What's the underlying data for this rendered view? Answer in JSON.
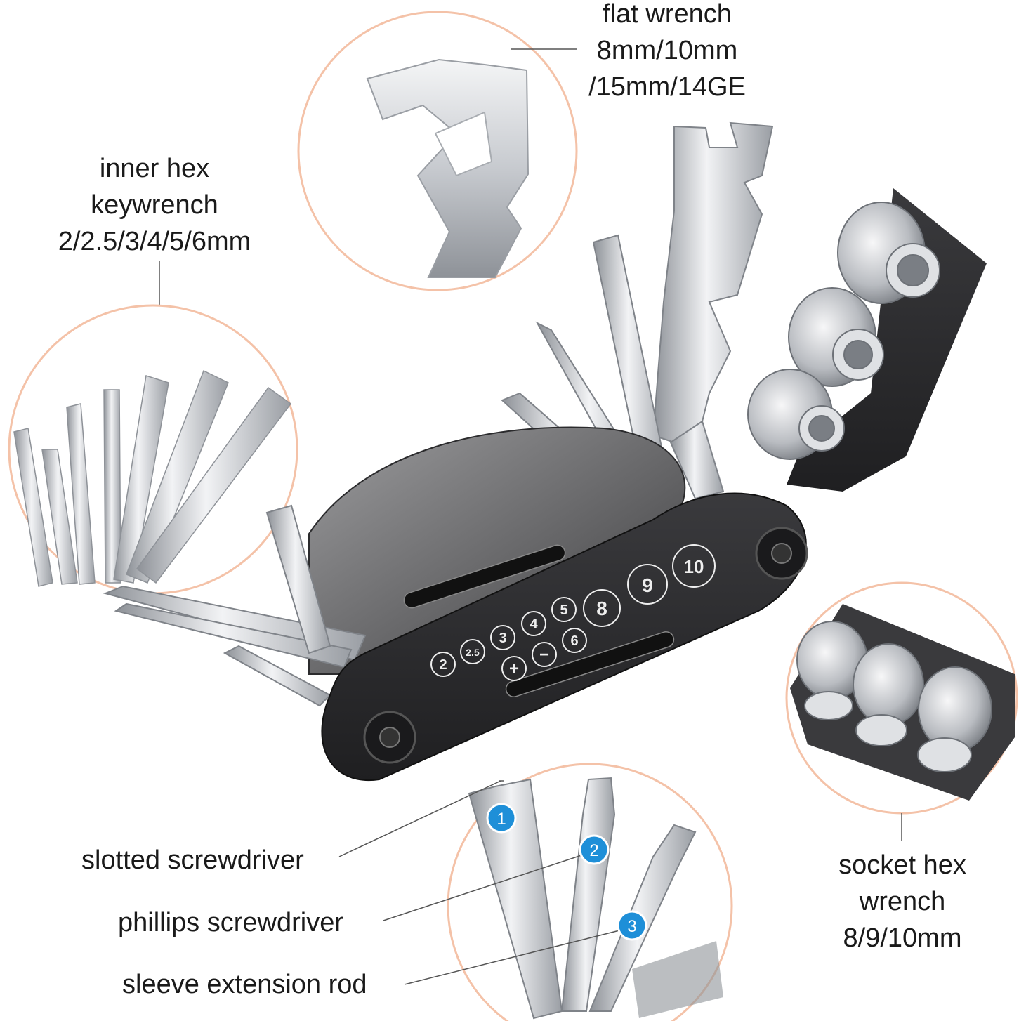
{
  "callouts": {
    "flat_wrench": [
      "flat wrench",
      "8mm/10mm",
      "/15mm/14GE"
    ],
    "inner_hex": [
      "inner hex",
      "keywrench",
      "2/2.5/3/4/5/6mm"
    ],
    "socket_hex": [
      "socket hex",
      "wrench",
      "8/9/10mm"
    ],
    "slotted": "slotted screwdriver",
    "phillips": "phillips screwdriver",
    "sleeve": "sleeve extension rod"
  },
  "markers": [
    "1",
    "2",
    "3"
  ],
  "tool_markings": {
    "hex_sizes": [
      "2",
      "2.5",
      "3",
      "4",
      "5",
      "6"
    ],
    "socket_sizes": [
      "8",
      "9",
      "10"
    ],
    "plus_symbol": "+",
    "minus_symbol": "−"
  },
  "colors": {
    "accent_orange": "#f4a27e",
    "marker_blue": "#1e8fd8",
    "tool_black": "#2b2b2d",
    "steel": "#c9ccd0"
  }
}
